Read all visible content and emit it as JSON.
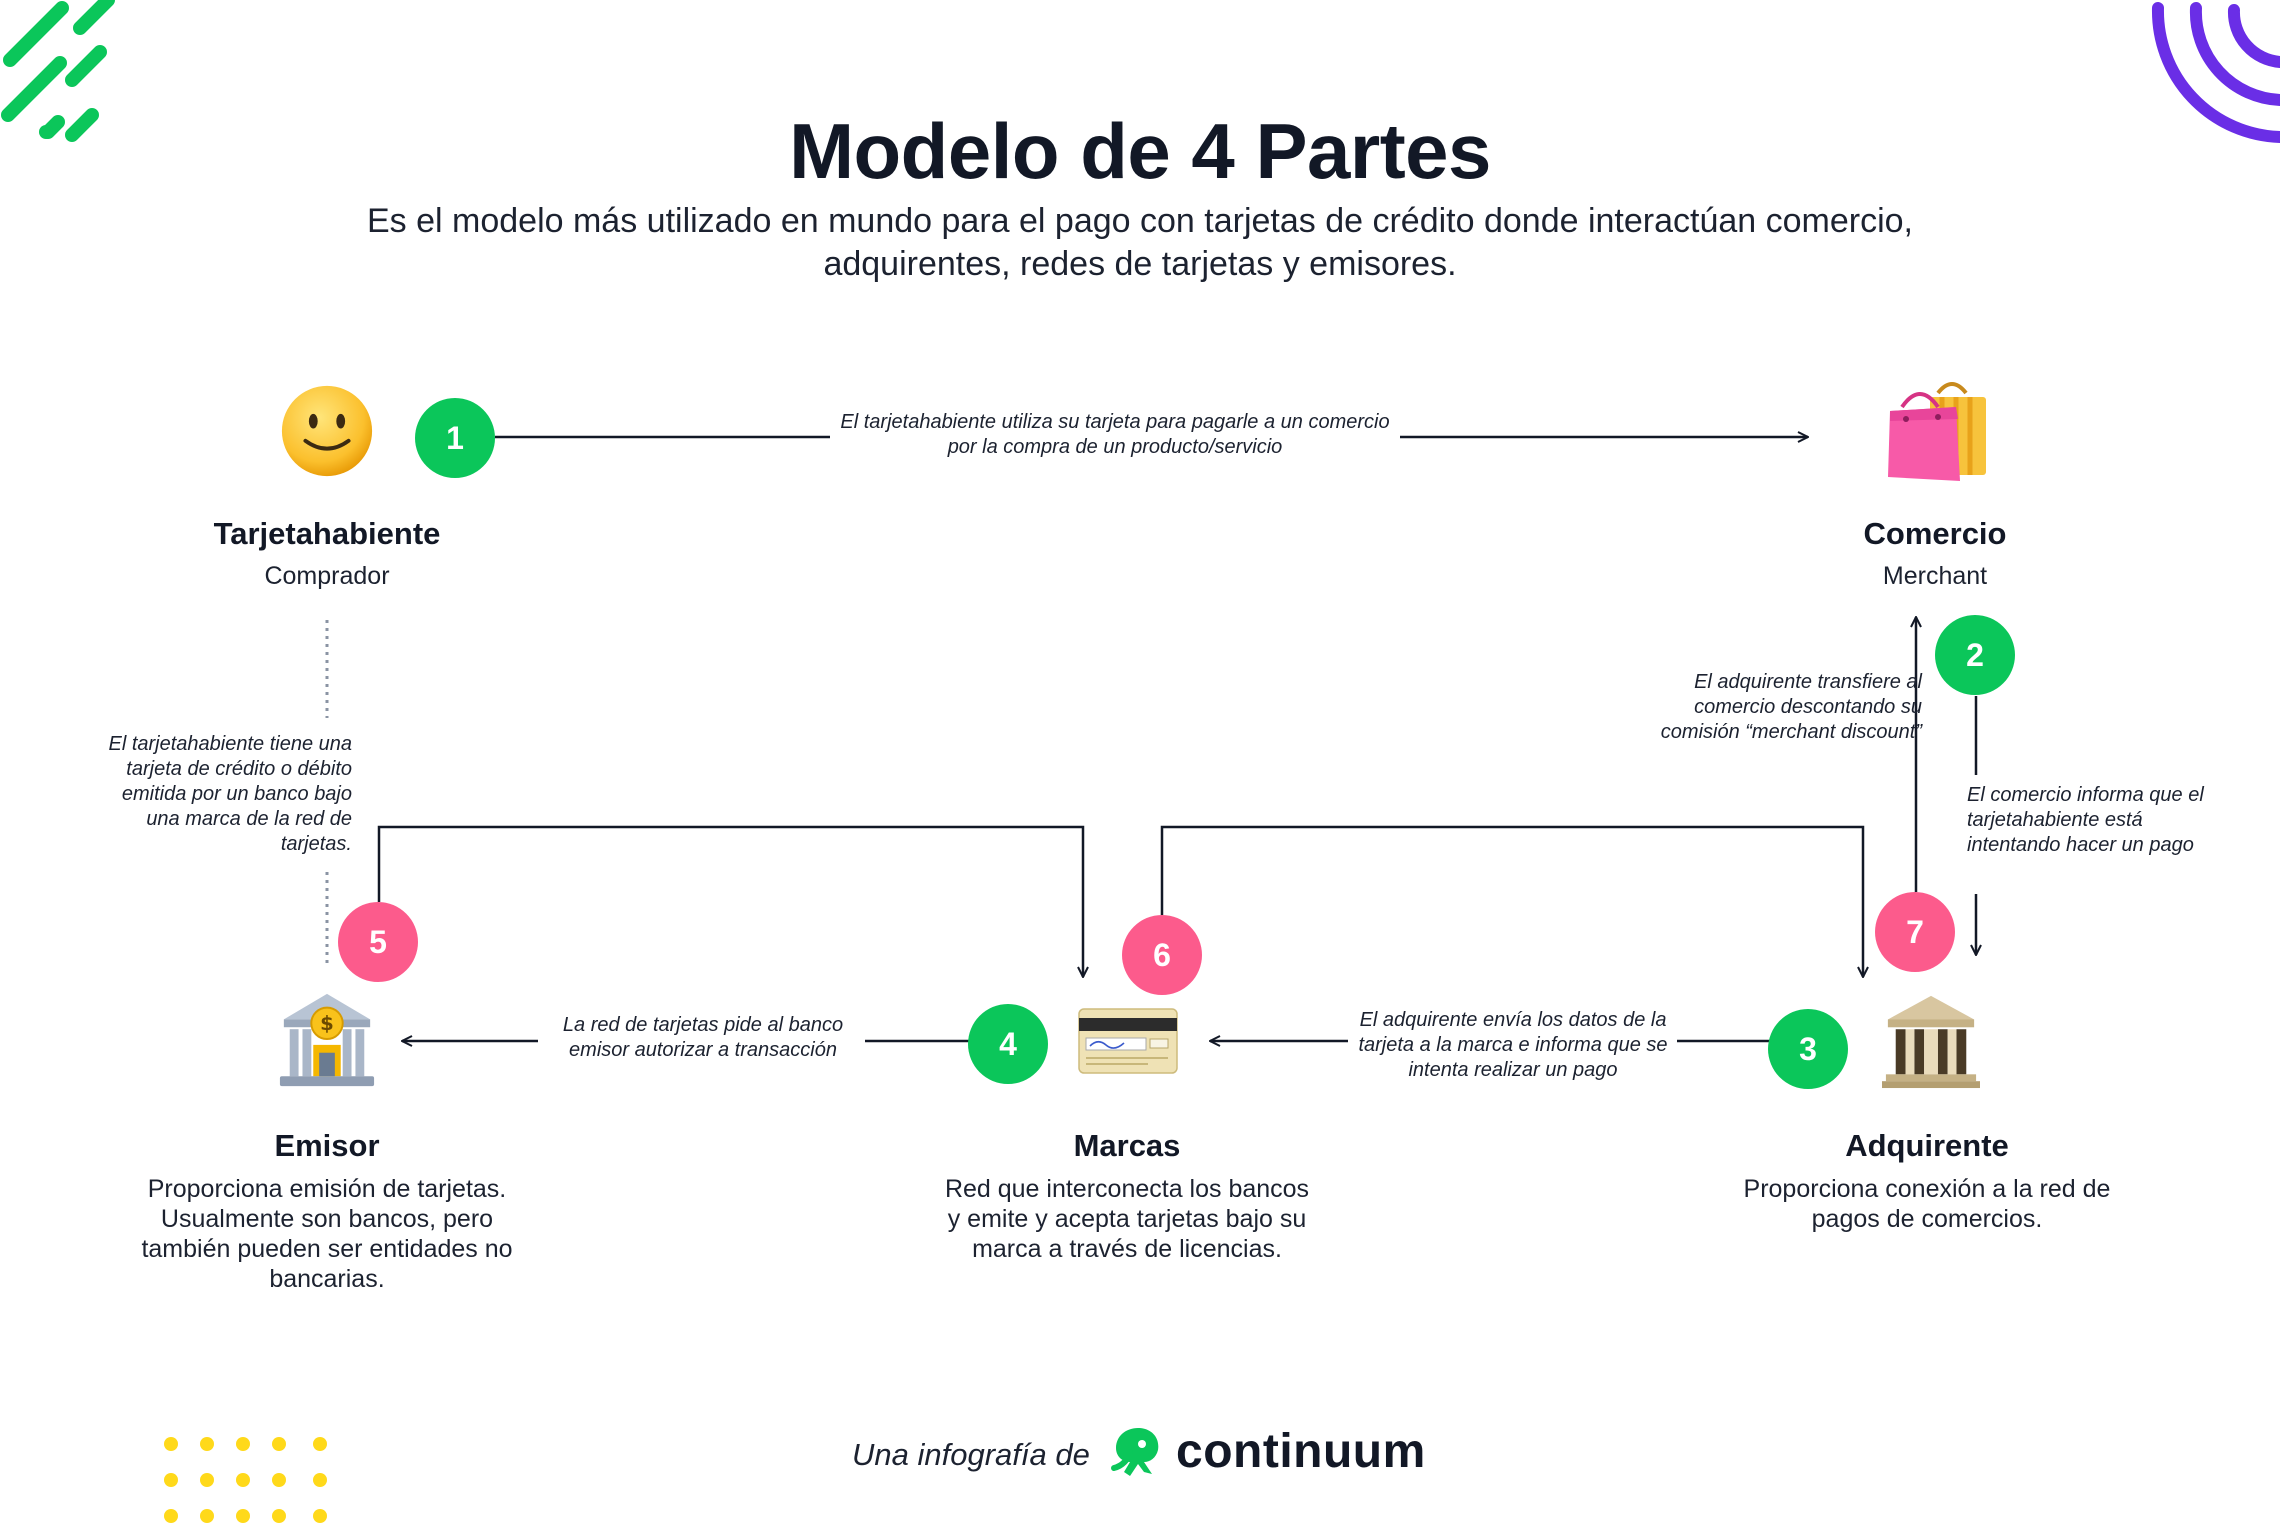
{
  "header": {
    "title": "Modelo de 4 Partes",
    "subtitle": "Es el modelo más utilizado en mundo para el pago con tarjetas de crédito donde interactúan comercio, adquirentes, redes de tarjetas y emisores."
  },
  "nodes": {
    "tarjetahabiente": {
      "name": "Tarjetahabiente",
      "role": "Comprador"
    },
    "comercio": {
      "name": "Comercio",
      "role": "Merchant"
    },
    "emisor": {
      "name": "Emisor",
      "desc": "Proporciona emisión de tarjetas. Usualmente son bancos, pero también pueden ser entidades no bancarias."
    },
    "marcas": {
      "name": "Marcas",
      "desc": "Red que interconecta los bancos y emite y acepta tarjetas bajo su marca a través de licencias."
    },
    "adquirente": {
      "name": "Adquirente",
      "desc": "Proporciona conexión a la red de pagos de comercios."
    }
  },
  "steps": [
    {
      "number": "1",
      "color": "#0bc65a",
      "note": "El tarjetahabiente utiliza su tarjeta para pagarle a un comercio por la compra de un producto/servicio"
    },
    {
      "number": "2",
      "color": "#0bc65a",
      "note": "El comercio informa que el tarjetahabiente está intentando hacer un pago"
    },
    {
      "number": "3",
      "color": "#0bc65a",
      "note": "El adquirente envía los datos de la tarjeta a la marca e informa que se intenta realizar un pago"
    },
    {
      "number": "4",
      "color": "#0bc65a",
      "note": "La red de tarjetas pide al banco emisor autorizar a transacción"
    },
    {
      "number": "5",
      "color": "#fc5b8c",
      "note": ""
    },
    {
      "number": "6",
      "color": "#fc5b8c",
      "note": ""
    },
    {
      "number": "7",
      "color": "#fc5b8c",
      "note": "El adquirente transfiere al comercio descontando su comisión “merchant discount”"
    }
  ],
  "side_note": "El tarjetahabiente tiene una tarjeta de crédito o débito emitida por un banco bajo una marca de la red de tarjetas.",
  "icons": {
    "tarjetahabiente": "smiley-face-icon",
    "comercio": "shopping-bags-icon",
    "emisor": "bank-dollar-icon",
    "marcas": "credit-card-icon",
    "adquirente": "classical-building-icon",
    "brand": "octopus-logo-icon"
  },
  "footer": {
    "prefix": "Una infografía de",
    "brand": "continuum"
  },
  "colors": {
    "green": "#0bc65a",
    "pink": "#fc5b8c",
    "purple": "#6a2ee6",
    "yellow": "#ffd91a",
    "text": "#121826"
  }
}
